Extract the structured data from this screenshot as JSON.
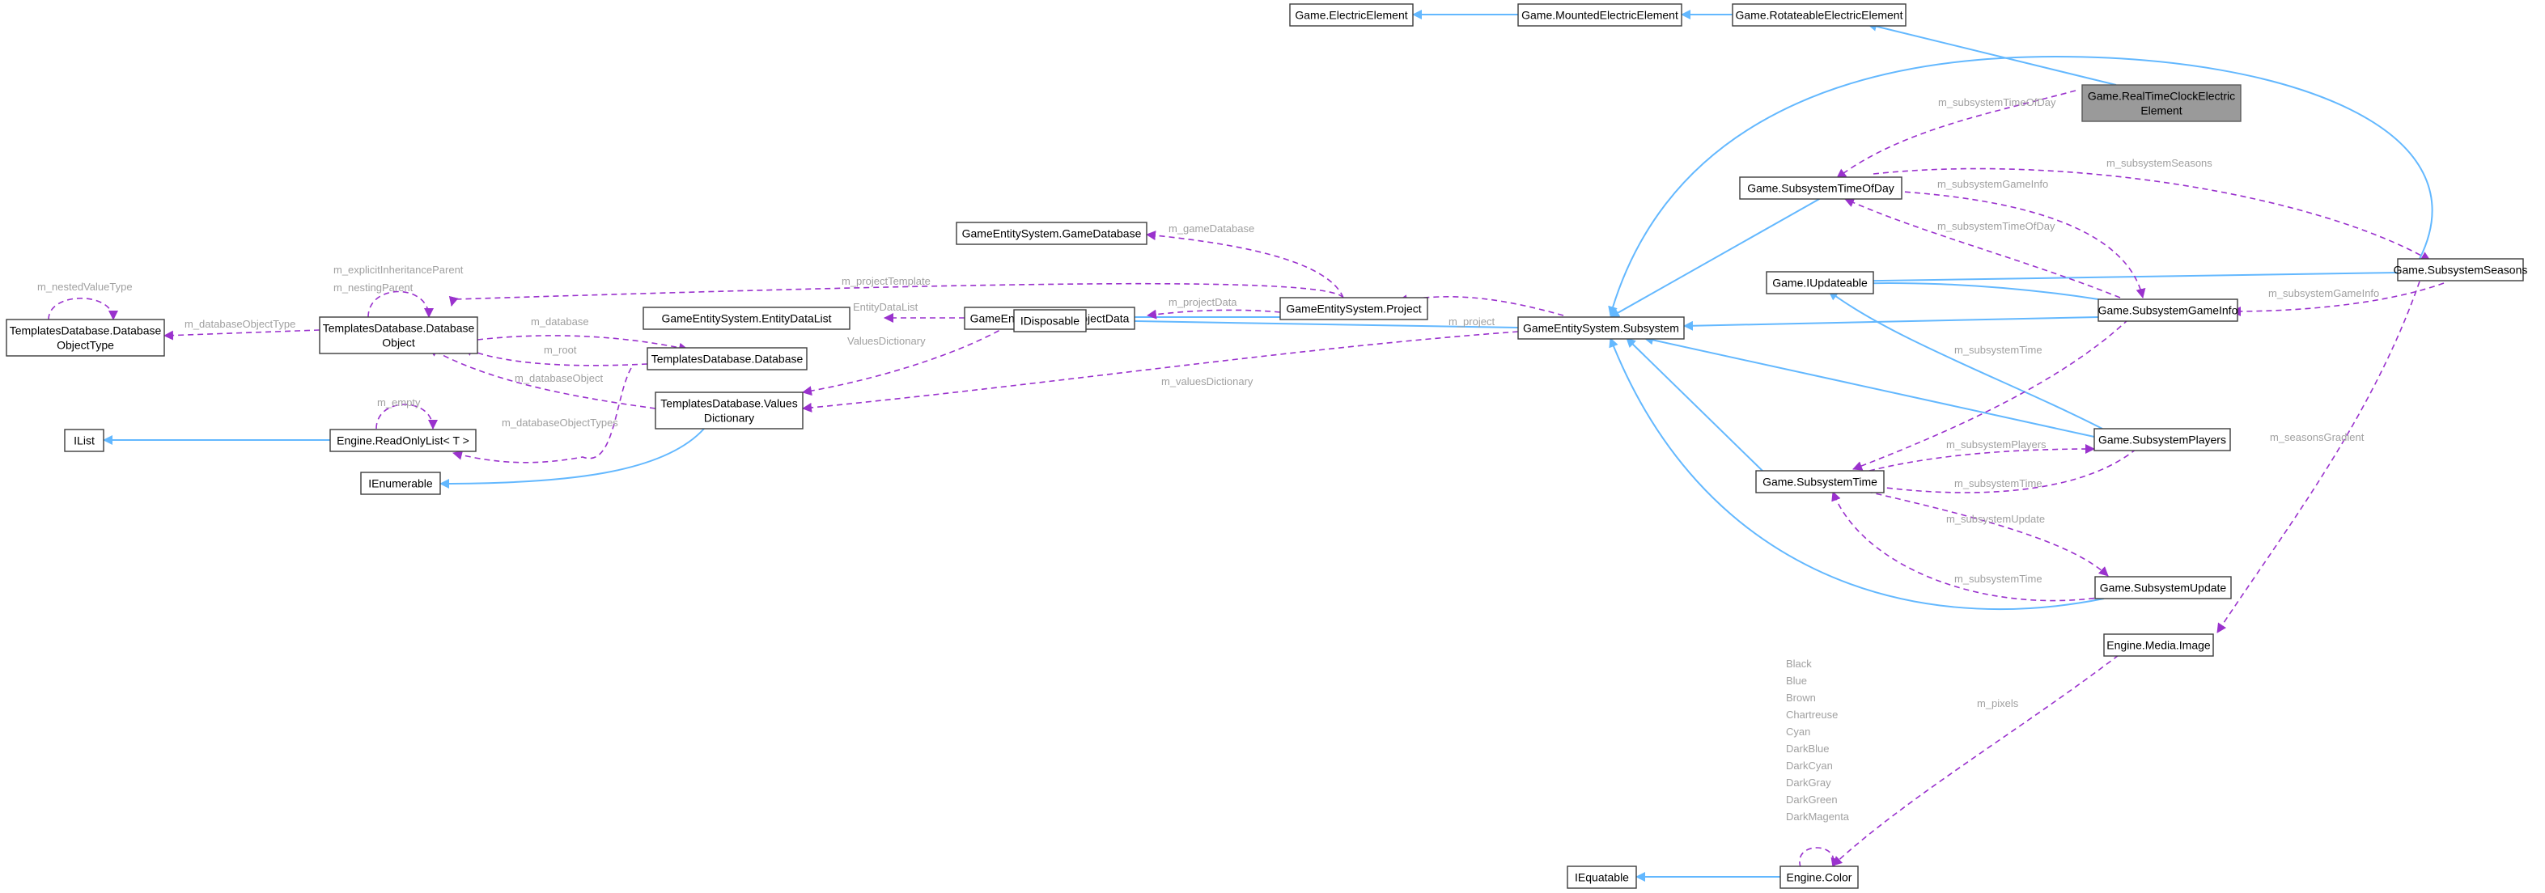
{
  "colors": {
    "inheritance_edge": "#63b8ff",
    "usage_edge": "#9a32cd",
    "edge_label": "#a0a0a0",
    "node_border": "#3c3c3c",
    "highlight_fill": "#9a9a9a"
  },
  "nodes": {
    "electricElement": [
      "Game.ElectricElement"
    ],
    "mountedElectricElement": [
      "Game.MountedElectricElement"
    ],
    "rotateableElectricElement": [
      "Game.RotateableElectricElement"
    ],
    "realTimeClockElectricElement": [
      "Game.RealTimeClockElectric",
      "Element"
    ],
    "subsystemTimeOfDay": [
      "Game.SubsystemTimeOfDay"
    ],
    "subsystemSeasons": [
      "Game.SubsystemSeasons"
    ],
    "iUpdateable": [
      "Game.IUpdateable"
    ],
    "subsystemGameInfo": [
      "Game.SubsystemGameInfo"
    ],
    "subsystem": [
      "GameEntitySystem.Subsystem"
    ],
    "subsystemPlayers": [
      "Game.SubsystemPlayers"
    ],
    "subsystemTime": [
      "Game.SubsystemTime"
    ],
    "subsystemUpdate": [
      "Game.SubsystemUpdate"
    ],
    "mediaImage": [
      "Engine.Media.Image"
    ],
    "color": [
      "Engine.Color"
    ],
    "iEquatable": [
      "IEquatable"
    ],
    "gameDatabase": [
      "GameEntitySystem.GameDatabase"
    ],
    "project": [
      "GameEntitySystem.Project"
    ],
    "projectData": [
      "GameEntitySystem.ProjectData"
    ],
    "entityDataList": [
      "GameEntitySystem.EntityDataList"
    ],
    "iDisposable": [
      "IDisposable"
    ],
    "databaseObjectType": [
      "TemplatesDatabase.Database",
      "ObjectType"
    ],
    "databaseObject": [
      "TemplatesDatabase.Database",
      "Object"
    ],
    "database": [
      "TemplatesDatabase.Database"
    ],
    "valuesDictionary": [
      "TemplatesDatabase.Values",
      "Dictionary"
    ],
    "iList": [
      "IList"
    ],
    "readOnlyList": [
      "Engine.ReadOnlyList< T >"
    ],
    "iEnumerable": [
      "IEnumerable"
    ]
  },
  "edge_labels": {
    "m_subsystemTimeOfDay_1": "m_subsystemTimeOfDay",
    "m_subsystemSeasons": "m_subsystemSeasons",
    "m_subsystemGameInfo_1": "m_subsystemGameInfo",
    "m_subsystemTimeOfDay_2": "m_subsystemTimeOfDay",
    "m_subsystemGameInfo_2": "m_subsystemGameInfo",
    "m_subsystemTime_1": "m_subsystemTime",
    "m_subsystemPlayers": "m_subsystemPlayers",
    "m_subsystemTime_2": "m_subsystemTime",
    "m_subsystemUpdate": "m_subsystemUpdate",
    "m_subsystemTime_3": "m_subsystemTime",
    "m_seasonsGradient": "m_seasonsGradient",
    "m_pixels": "m_pixels",
    "m_gameDatabase": "m_gameDatabase",
    "m_projectTemplate": "m_projectTemplate",
    "m_projectData": "m_projectData",
    "m_project": "m_project",
    "entityDataList": "EntityDataList",
    "valuesDictionary": "ValuesDictionary",
    "m_valuesDictionary": "m_valuesDictionary",
    "m_nestedValueType": "m_nestedValueType",
    "m_databaseObjectType": "m_databaseObjectType",
    "m_explicitInheritanceParent": "m_explicitInheritanceParent",
    "m_nestingParent": "m_nestingParent",
    "m_database": "m_database",
    "m_root": "m_root",
    "m_databaseObject": "m_databaseObject",
    "m_empty": "m_empty",
    "m_databaseObjectTypes": "m_databaseObjectTypes"
  },
  "color_names": [
    "Black",
    "Blue",
    "Brown",
    "Chartreuse",
    "Cyan",
    "DarkBlue",
    "DarkCyan",
    "DarkGray",
    "DarkGreen",
    "DarkMagenta"
  ]
}
